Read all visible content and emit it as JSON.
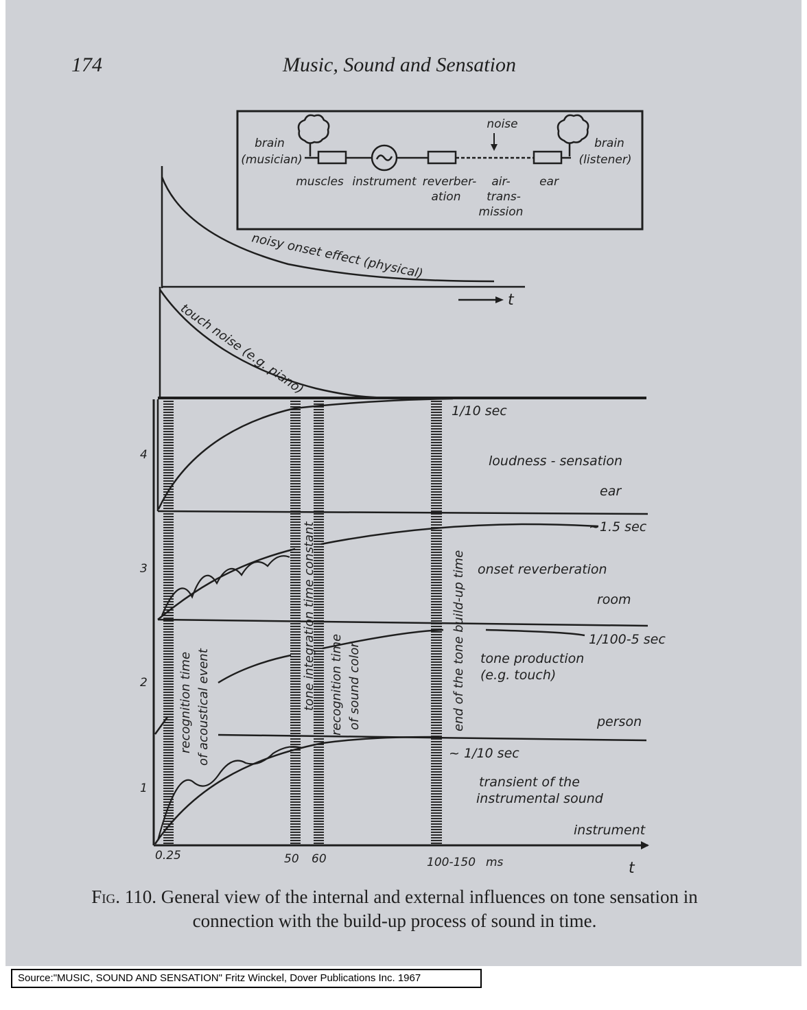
{
  "page": {
    "page_number": "174",
    "running_head": "Music, Sound and Sensation"
  },
  "diagram": {
    "brain_musician": [
      "brain",
      "(musician)"
    ],
    "brain_listener": [
      "brain",
      "(listener)"
    ],
    "noise": "noise",
    "muscles": "muscles",
    "instrument": "instrument",
    "reverberation": [
      "reverber-",
      "ation"
    ],
    "air_transmission": [
      "air-",
      "trans-",
      "mission"
    ],
    "ear": "ear"
  },
  "figure": {
    "curve_labels": {
      "noisy_onset": "noisy onset effect (physical)",
      "touch_noise": "touch noise (e.g. piano)",
      "t_arrow": "t"
    },
    "band_labels": {
      "loudness": "loudness  - sensation",
      "ear": "ear",
      "onset_reverb": "onset reverberation",
      "room": "room",
      "tone_production": [
        "tone production",
        "(e.g. touch)"
      ],
      "person": "person",
      "transient": [
        "transient of the",
        "instrumental sound"
      ],
      "instrument": "instrument"
    },
    "time_labels": {
      "tenth_sec_top": "1/10  sec",
      "one_five_sec": "~1.5  sec",
      "hundredth_five_sec": "1/100-5  sec",
      "tenth_sec_bottom": "~ 1/10 sec"
    },
    "y_ticks": [
      "4",
      "3",
      "2",
      "1"
    ],
    "x_ticks": [
      "0.25",
      "50",
      "60",
      "100-150",
      "ms"
    ],
    "x_axis_label": "t",
    "vertical_labels": {
      "recognition_acoustical": [
        "recognition time",
        "of acoustical event"
      ],
      "tone_integration": "tone integration  time constant",
      "recognition_color": [
        "recognition time",
        "of sound color"
      ],
      "end_buildup": "end of the tone build-up time"
    }
  },
  "caption": {
    "label": "Fig. 110.",
    "text": "General view of the internal and external influences on tone sensation in connection with the build-up process of sound in time."
  },
  "source": "Source:\"MUSIC, SOUND AND SENSATION\" Fritz Winckel, Dover Publications Inc. 1967",
  "colors": {
    "paper": "#cfd1d6",
    "ink": "#1e1e1e"
  }
}
